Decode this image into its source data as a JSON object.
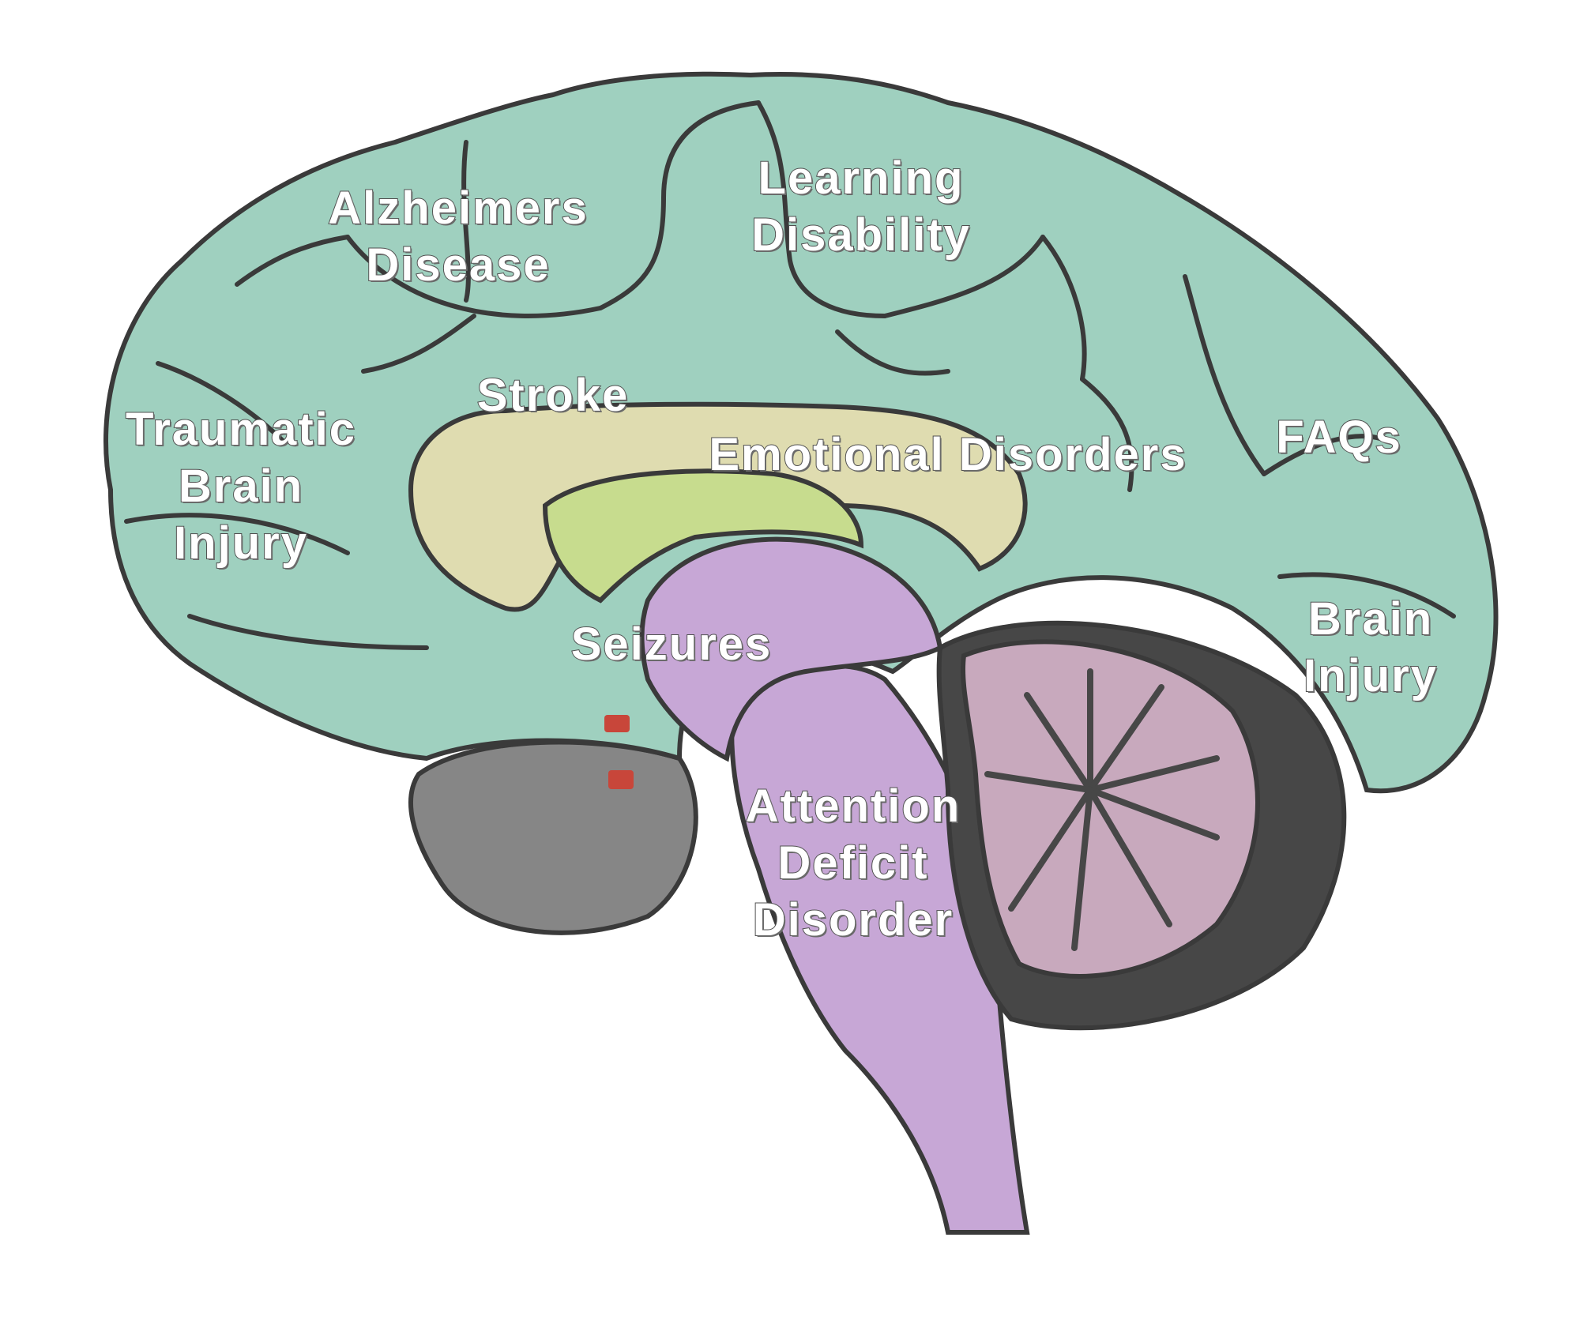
{
  "image_map": {
    "regions": [
      {
        "id": "alzheimers",
        "lines": [
          "Alzheimers",
          "Disease"
        ]
      },
      {
        "id": "learning",
        "lines": [
          "Learning",
          "Disability"
        ]
      },
      {
        "id": "stroke",
        "lines": [
          "Stroke"
        ]
      },
      {
        "id": "traumatic",
        "lines": [
          "Traumatic",
          "Brain",
          "Injury"
        ]
      },
      {
        "id": "emotional",
        "lines": [
          "Emotional Disorders"
        ]
      },
      {
        "id": "faqs",
        "lines": [
          "FAQs"
        ]
      },
      {
        "id": "brain-injury",
        "lines": [
          "Brain",
          "Injury"
        ]
      },
      {
        "id": "seizures",
        "lines": [
          "Seizures"
        ]
      },
      {
        "id": "adhd",
        "lines": [
          "Attention",
          "Deficit",
          "Disorder"
        ]
      }
    ]
  },
  "colors": {
    "cortex": "#9fd0bf",
    "cortex_shade": "#86b9aa",
    "corpus_callosum": "#dfdcb0",
    "fornix": "#c7dc8e",
    "brainstem": "#c7a7d6",
    "cerebellum": "#c8a9bd",
    "cerebellum_shade": "#474747",
    "lower_lobe": "#868686",
    "outline": "#3a3a3a",
    "accent_red": "#c8463a"
  }
}
